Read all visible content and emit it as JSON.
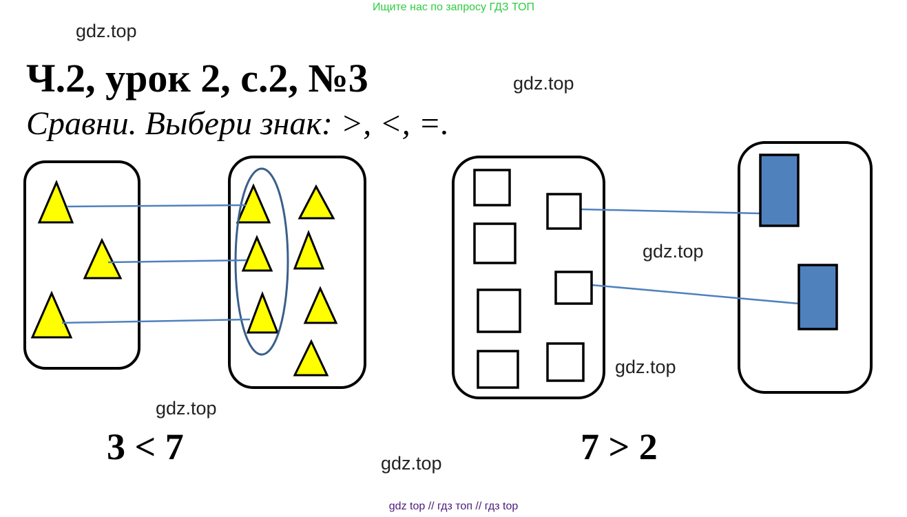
{
  "banner": "Ищите нас по запросу ГДЗ ТОП",
  "watermarks": [
    "gdz.top",
    "gdz.top",
    "gdz.top",
    "gdz.top",
    "gdz.top",
    "gdz.top"
  ],
  "title": "Ч.2, урок 2, с.2, №3",
  "task": "Сравни. Выбери знак: >, <, =.",
  "answers": {
    "left": "3 < 7",
    "right": "7 > 2"
  },
  "footer": "gdz top  //  гдз топ  //  гдз top",
  "colors": {
    "triangle": "#ffff00",
    "rect": "#4f81bd",
    "line": "#4f81bd",
    "ellipse": "#3a5f8a"
  }
}
